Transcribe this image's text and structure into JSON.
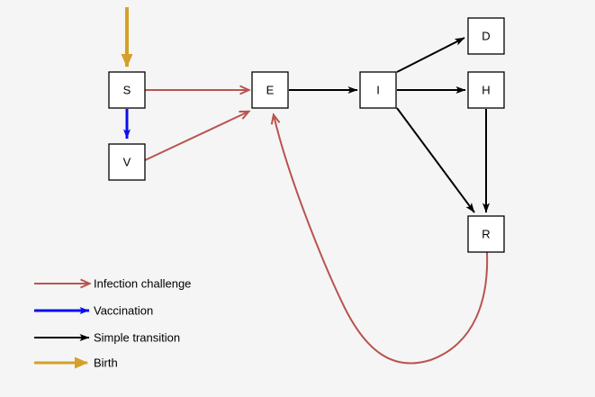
{
  "colors": {
    "infection": "#B85450",
    "vaccination": "#0D0DF0",
    "transition": "#000000",
    "birth": "#D5A028",
    "node_fill": "#FFFFFF",
    "node_border": "#000000",
    "background": "#F5F5F5"
  },
  "diagram": {
    "nodes": [
      {
        "id": "S",
        "label": "S"
      },
      {
        "id": "V",
        "label": "V"
      },
      {
        "id": "E",
        "label": "E"
      },
      {
        "id": "I",
        "label": "I"
      },
      {
        "id": "D",
        "label": "D"
      },
      {
        "id": "H",
        "label": "H"
      },
      {
        "id": "R",
        "label": "R"
      }
    ],
    "edges": [
      {
        "from": "birth-source",
        "to": "S",
        "type": "Birth"
      },
      {
        "from": "S",
        "to": "V",
        "type": "Vaccination"
      },
      {
        "from": "S",
        "to": "E",
        "type": "Infection challenge"
      },
      {
        "from": "V",
        "to": "E",
        "type": "Infection challenge"
      },
      {
        "from": "R",
        "to": "E",
        "type": "Infection challenge"
      },
      {
        "from": "E",
        "to": "I",
        "type": "Simple transition"
      },
      {
        "from": "I",
        "to": "D",
        "type": "Simple transition"
      },
      {
        "from": "I",
        "to": "H",
        "type": "Simple transition"
      },
      {
        "from": "I",
        "to": "R",
        "type": "Simple transition"
      },
      {
        "from": "H",
        "to": "R",
        "type": "Simple transition"
      }
    ]
  },
  "legend": {
    "items": [
      {
        "label": "Infection challenge",
        "color": "#B85450"
      },
      {
        "label": "Vaccination",
        "color": "#0D0DF0"
      },
      {
        "label": "Simple transition",
        "color": "#000000"
      },
      {
        "label": "Birth",
        "color": "#D5A028"
      }
    ]
  }
}
